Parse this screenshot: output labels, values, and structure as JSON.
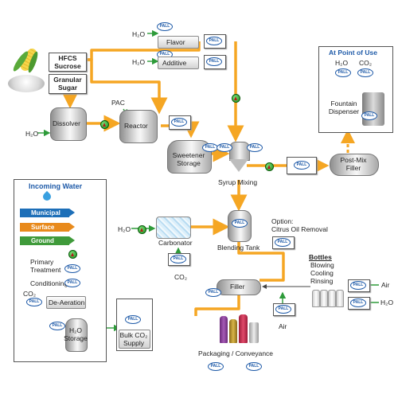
{
  "ingredients": {
    "hfcs": "HFCS\nSucrose",
    "granular_sugar": "Granular\nSugar",
    "dissolver": "Dissolver",
    "reactor": "Reactor",
    "pac": "PAC",
    "sweetener_storage": "Sweetener\nStorage",
    "flavor": "Flavor",
    "additive": "Additive",
    "h2o": "H₂O"
  },
  "mixing": {
    "syrup_mixing": "Syrup Mixing",
    "post_mix_filler": "Post-Mix\nFiller"
  },
  "point_of_use": {
    "title": "At Point of Use",
    "h2o": "H₂O",
    "co2": "CO₂",
    "fountain_dispenser": "Fountain\nDispenser"
  },
  "incoming_water": {
    "title": "Incoming Water",
    "sources": [
      "Municipal",
      "Surface",
      "Ground"
    ],
    "primary_treatment": "Primary\nTreatment",
    "conditioning": "Conditioning",
    "co2": "CO₂",
    "de_aeration": "De-Aeration",
    "h2o_storage": "H₂O\nStorage"
  },
  "bulk_co2": "Bulk CO₂\nSupply",
  "carbonation": {
    "h2o": "H₂O",
    "carbonator": "Carbonator",
    "co2": "CO₂",
    "blending_tank": "Blending Tank",
    "citrus_option": "Option:\nCitrus Oil Removal"
  },
  "filling": {
    "filler": "Filler",
    "bottles_title": "Bottles",
    "bottles_steps": "Blowing\nCooling\nRinsing",
    "air": "Air",
    "air_bottom": "Air",
    "h2o": "H₂O",
    "packaging": "Packaging / Conveyance"
  },
  "filter_label": "PALL",
  "colors": {
    "process_line": "#f5a623",
    "water_line": "#2e9b3a",
    "pall_blue": "#1e5aa8",
    "pump": "#2faa2f"
  }
}
